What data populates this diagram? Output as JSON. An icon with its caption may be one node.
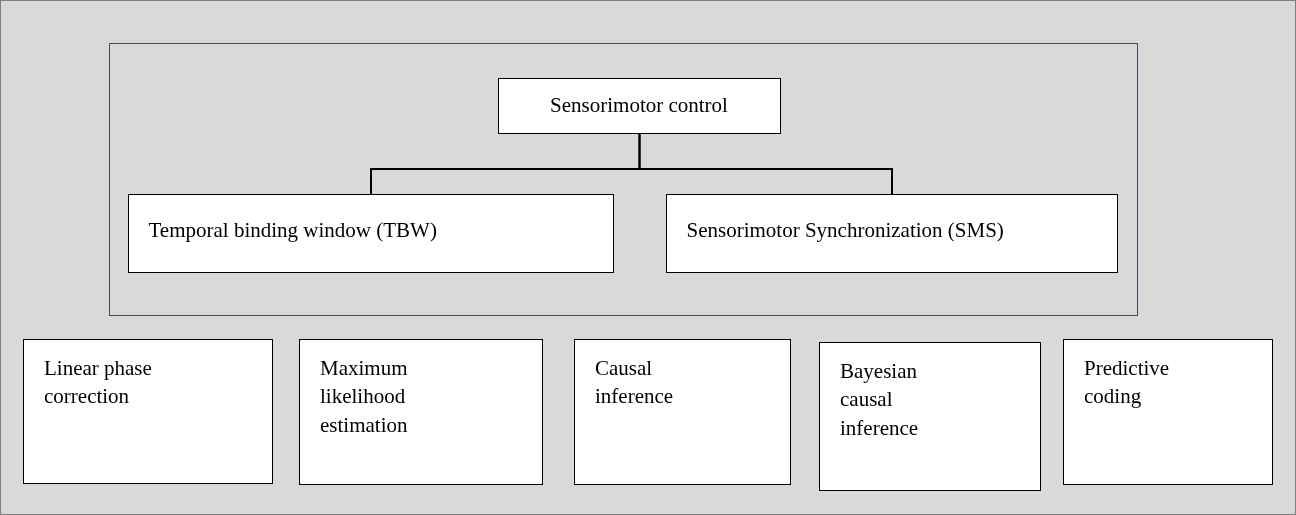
{
  "diagram": {
    "nodes": [
      {
        "text": [],
        "shape": "box"
      },
      {
        "text": [
          "Sensorimotor control"
        ],
        "in": 0
      },
      {
        "text": [
          "Temporal binding window (TBW)"
        ],
        "in": 0
      },
      {
        "text": [
          "Sensorimotor Synchronization (SMS)"
        ],
        "in": 0
      },
      {
        "text": [
          "Linear phase correction"
        ]
      },
      {
        "text": [
          "Maximum likelihood estimation"
        ]
      },
      {
        "text": [
          "Causal inference"
        ]
      },
      {
        "text": [
          "Bayesian causal inference"
        ]
      },
      {
        "text": [
          "Predictive coding"
        ]
      }
    ],
    "edges": [
      {
        "from": 1,
        "to": 2,
        "arrow": "none"
      },
      {
        "from": 1,
        "to": 3,
        "arrow": "none"
      }
    ]
  }
}
